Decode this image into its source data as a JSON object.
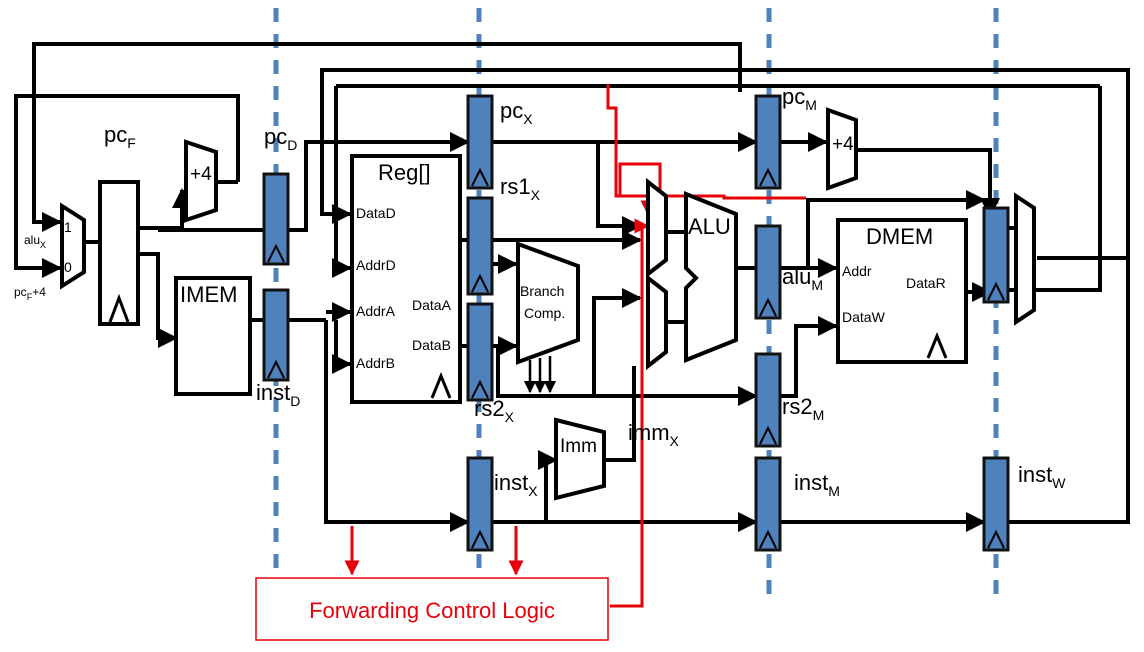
{
  "stage_labels": {
    "pc_f": "pc",
    "pc_f_sub": "F",
    "pc_d": "pc",
    "pc_d_sub": "D",
    "pc_x": "pc",
    "pc_x_sub": "X",
    "pc_m": "pc",
    "pc_m_sub": "M",
    "rs1_x": "rs1",
    "rs1_x_sub": "X",
    "rs2_x": "rs2",
    "rs2_x_sub": "X",
    "rs2_m": "rs2",
    "rs2_m_sub": "M",
    "alu_m": "alu",
    "alu_m_sub": "M",
    "imm_x": "imm",
    "imm_x_sub": "X",
    "inst_d": "inst",
    "inst_d_sub": "D",
    "inst_x": "inst",
    "inst_x_sub": "X",
    "inst_m": "inst",
    "inst_m_sub": "M",
    "inst_w": "inst",
    "inst_w_sub": "W"
  },
  "blocks": {
    "imem": "IMEM",
    "reg": "Reg[]",
    "reg_datad": "DataD",
    "reg_addrd": "AddrD",
    "reg_addra": "AddrA",
    "reg_addrb": "AddrB",
    "reg_dataa": "DataA",
    "reg_datab": "DataB",
    "branch_1": "Branch",
    "branch_2": "Comp.",
    "imm": "Imm",
    "alu": "ALU",
    "dmem": "DMEM",
    "dmem_addr": "Addr",
    "dmem_dataw": "DataW",
    "dmem_datar": "DataR",
    "plus4_f": "+4",
    "plus4_m": "+4"
  },
  "pc_mux": {
    "in1": "1",
    "in0": "0",
    "alu": "alu",
    "alu_sub": "X",
    "pc4": "pc",
    "pc4_sub": "F",
    "pc4_suffix": "+4"
  },
  "forwarding": {
    "label": "Forwarding Control Logic"
  },
  "colors": {
    "pipeline_register": "#4f81bd",
    "forwarding": "#e8000b",
    "stage_divider": "#4f81bd"
  }
}
